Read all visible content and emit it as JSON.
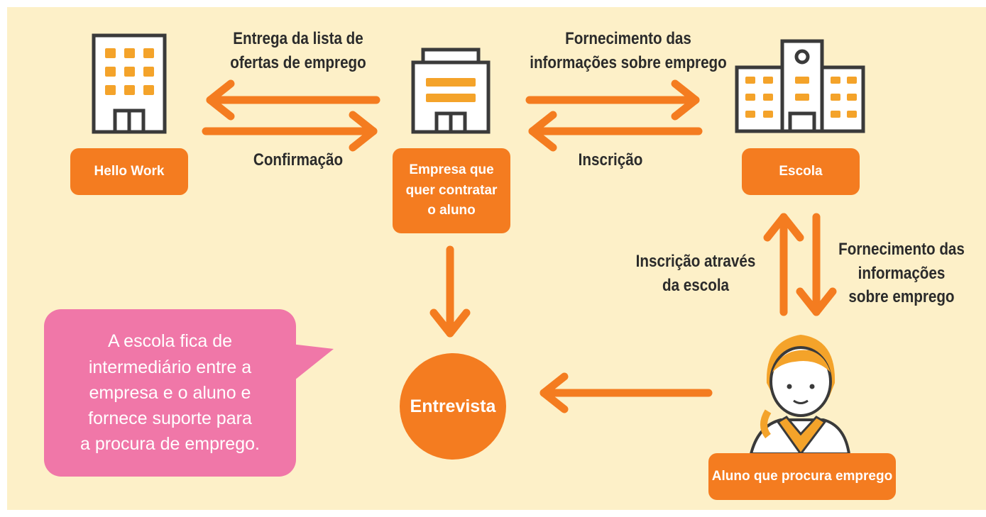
{
  "colors": {
    "background": "#fdf0c8",
    "accent": "#f47c20",
    "bubble": "#f077a8",
    "icon_stroke": "#3a3a3a",
    "text": "#2b2b2b"
  },
  "nodes": {
    "hello_work": "Hello Work",
    "company": "Empresa que\nquer contratar\no aluno",
    "school": "Escola",
    "student": "Aluno que procura emprego",
    "interview": "Entrevista"
  },
  "edges": {
    "company_to_hellowork": "Entrega da lista de\nofertas de emprego",
    "hellowork_to_company": "Confirmação",
    "company_to_school": "Fornecimento das\ninformações sobre emprego",
    "school_to_company": "Inscrição",
    "student_to_school": "Inscrição através\nda escola",
    "school_to_student": "Fornecimento das\ninformações\nsobre emprego"
  },
  "note": "A escola fica de\nintermediário entre a\nempresa e o aluno e\nfornece suporte para\na procura de emprego.",
  "icons": [
    "office-building-icon",
    "company-building-icon",
    "school-building-icon",
    "student-avatar-icon"
  ]
}
